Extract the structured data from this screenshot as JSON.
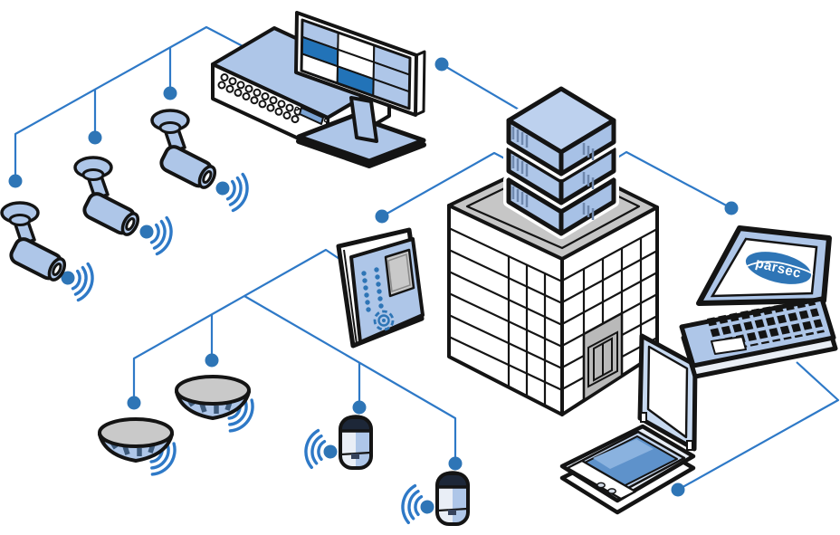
{
  "diagram": {
    "kind": "isometric-security-network-diagram",
    "laptop_logo_text": "parsec",
    "colors": {
      "connector": "#2e79c7",
      "node": "#2e75b6",
      "light": "#aec6e8",
      "dark": "#2273b8",
      "outline": "#141414",
      "gray": "#c6c6c6"
    },
    "nodes": [
      {
        "id": "cctv-camera-1",
        "type": "cctv-camera",
        "wireless": true
      },
      {
        "id": "cctv-camera-2",
        "type": "cctv-camera",
        "wireless": true
      },
      {
        "id": "cctv-camera-3",
        "type": "cctv-camera",
        "wireless": true
      },
      {
        "id": "dvr-recorder",
        "type": "video-recorder"
      },
      {
        "id": "surveillance-monitor",
        "type": "monitor-9-camera-grid"
      },
      {
        "id": "server-stack",
        "type": "three-stacked-servers"
      },
      {
        "id": "office-building",
        "type": "building"
      },
      {
        "id": "access-control-panel",
        "type": "keypad-panel"
      },
      {
        "id": "smoke-detector-1",
        "type": "smoke-detector",
        "wireless": true
      },
      {
        "id": "smoke-detector-2",
        "type": "smoke-detector",
        "wireless": true
      },
      {
        "id": "motion-sensor-1",
        "type": "motion-sensor",
        "wireless": true
      },
      {
        "id": "motion-sensor-2",
        "type": "motion-sensor",
        "wireless": true
      },
      {
        "id": "laptop-workstation",
        "type": "laptop",
        "logo": "parsec"
      },
      {
        "id": "flatbed-scanner",
        "type": "scanner"
      }
    ],
    "links": [
      {
        "from": "cctv-camera-1",
        "to": "dvr-recorder"
      },
      {
        "from": "cctv-camera-2",
        "to": "dvr-recorder"
      },
      {
        "from": "cctv-camera-3",
        "to": "dvr-recorder"
      },
      {
        "from": "surveillance-monitor",
        "to": "server-stack"
      },
      {
        "from": "access-control-panel",
        "to": "server-stack"
      },
      {
        "from": "server-stack",
        "to": "laptop-workstation"
      },
      {
        "from": "laptop-workstation",
        "to": "flatbed-scanner"
      },
      {
        "from": "access-control-panel",
        "to": "smoke-detector-1"
      },
      {
        "from": "access-control-panel",
        "to": "smoke-detector-2"
      },
      {
        "from": "access-control-panel",
        "to": "motion-sensor-1"
      },
      {
        "from": "access-control-panel",
        "to": "motion-sensor-2"
      }
    ]
  }
}
